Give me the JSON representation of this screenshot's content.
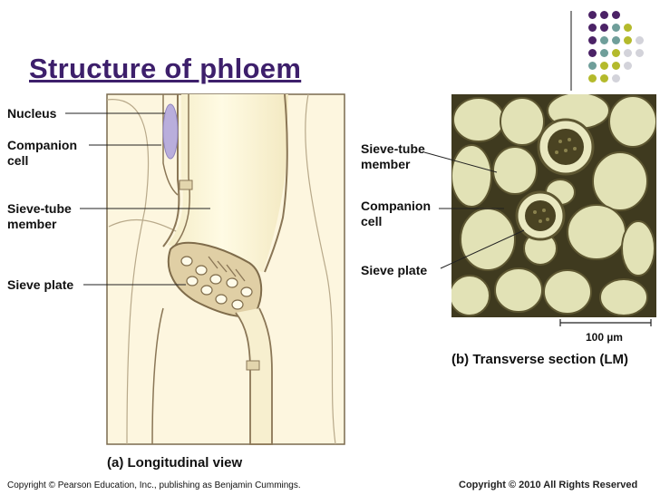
{
  "title": "Structure of phloem",
  "decor": {
    "colors": [
      "#4b2266",
      "#6f9e9a",
      "#b4ba2c",
      "#d3d3da"
    ]
  },
  "panel_a": {
    "labels": {
      "nucleus": "Nucleus",
      "companion_cell": "Companion\ncell",
      "sieve_tube_member": "Sieve-tube\nmember",
      "sieve_plate": "Sieve plate"
    },
    "caption": "(a) Longitudinal view"
  },
  "panel_b": {
    "labels": {
      "sieve_tube_member": "Sieve-tube\nmember",
      "companion_cell": "Companion\ncell",
      "sieve_plate": "Sieve plate"
    },
    "scale_bar": "100 µm",
    "caption": "(b) Transverse section (LM)"
  },
  "footer": {
    "copyright_left": "Copyright © Pearson Education, Inc., publishing as Benjamin Cummings.",
    "copyright_right": "Copyright © 2010 All Rights Reserved"
  }
}
